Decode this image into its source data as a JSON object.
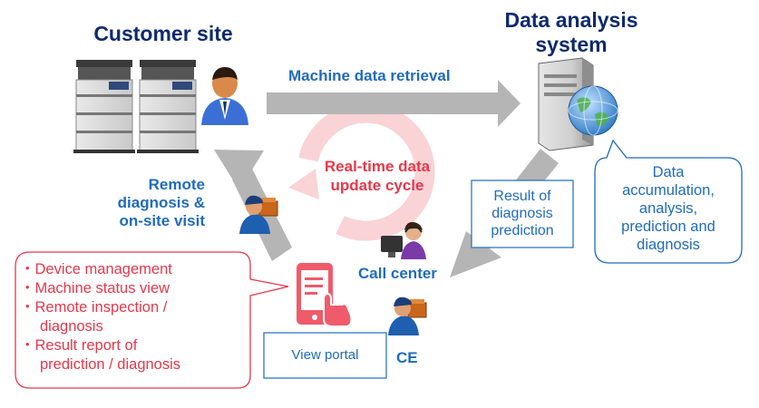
{
  "titles": {
    "customer_site": "Customer site",
    "data_analysis_line1": "Data analysis",
    "data_analysis_line2": "system"
  },
  "labels": {
    "machine_data_retrieval": "Machine data retrieval",
    "cycle_line1": "Real-time data",
    "cycle_line2": "update cycle",
    "remote_line1": "Remote",
    "remote_line2": "diagnosis &",
    "remote_line3": "on-site visit",
    "call_center": "Call center",
    "ce": "CE"
  },
  "result_box": {
    "line1": "Result of",
    "line2": "diagnosis",
    "line3": "prediction"
  },
  "accumulation_box": {
    "line1": "Data",
    "line2": "accumulation,",
    "line3": "analysis,",
    "line4": "prediction and",
    "line5": "diagnosis"
  },
  "features": [
    "・Device management",
    "・Machine status view",
    "・Remote inspection /",
    "diagnosis",
    "・Result report of",
    "prediction / diagnosis"
  ],
  "view_portal": "View portal",
  "colors": {
    "title": "#0e2a6e",
    "label_blue": "#1f6bbd",
    "accent_red": "#e8374a",
    "arrow_gray": "#b5b5b5"
  },
  "icons": [
    "copier-machine-icon",
    "businessman-icon",
    "server-globe-icon",
    "technician-icon",
    "operator-headset-icon",
    "tablet-touch-icon",
    "cycle-arrow-icon"
  ]
}
